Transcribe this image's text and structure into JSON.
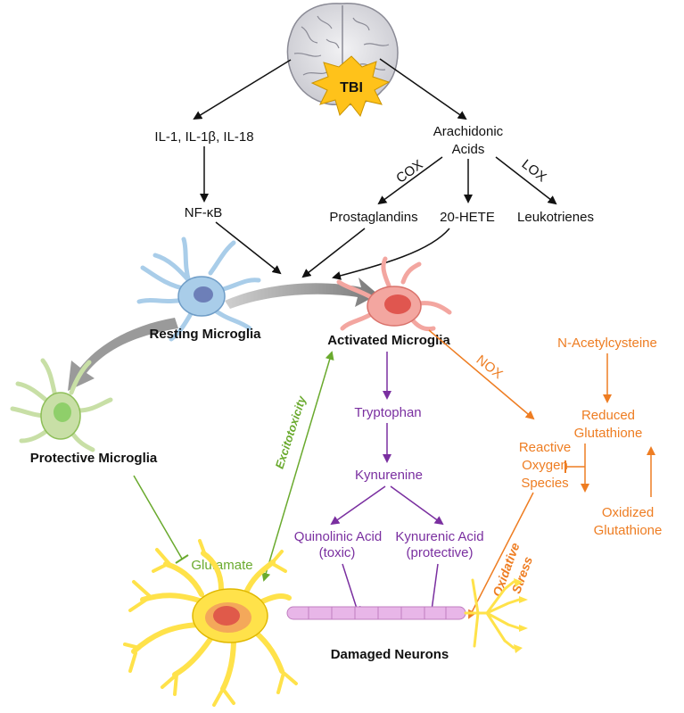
{
  "colors": {
    "black": "#111111",
    "purple": "#7a2fa0",
    "orange": "#ee7d22",
    "green": "#6aaa2e",
    "resting": "#a9cde9",
    "activated": "#f3a6a0",
    "protective": "#c8dfa6",
    "neuron": "#ffe24a",
    "axon": "#e8b6e8",
    "burst": "#ffc21a"
  },
  "nodes": {
    "tbi": "TBI",
    "cytokines": "IL-1, IL-1β, IL-18",
    "nfkb": "NF-κB",
    "arachidonic_line1": "Arachidonic",
    "arachidonic_line2": "Acids",
    "prostaglandins": "Prostaglandins",
    "hete": "20-HETE",
    "leukotrienes": "Leukotrienes",
    "resting": "Resting Microglia",
    "activated": "Activated Microglia",
    "protective": "Protective Microglia",
    "tryptophan": "Tryptophan",
    "kynurenine": "Kynurenine",
    "quinolinic_line1": "Quinolinic Acid",
    "quinolinic_line2": "(toxic)",
    "kynurenic_line1": "Kynurenic Acid",
    "kynurenic_line2": "(protective)",
    "ros_line1": "Reactive",
    "ros_line2": "Oxygen",
    "ros_line3": "Species",
    "nac": "N-Acetylcysteine",
    "reduced_line1": "Reduced",
    "reduced_line2": "Glutathione",
    "oxidized_line1": "Oxidized",
    "oxidized_line2": "Glutathione",
    "glutamate": "Glutamate",
    "damaged": "Damaged Neurons"
  },
  "edge_labels": {
    "cox": "COX",
    "lox": "LOX",
    "nox": "NOX",
    "excitotoxicity": "Excitotoxicity",
    "oxidative_line1": "Oxidative",
    "oxidative_line2": "Stress"
  }
}
